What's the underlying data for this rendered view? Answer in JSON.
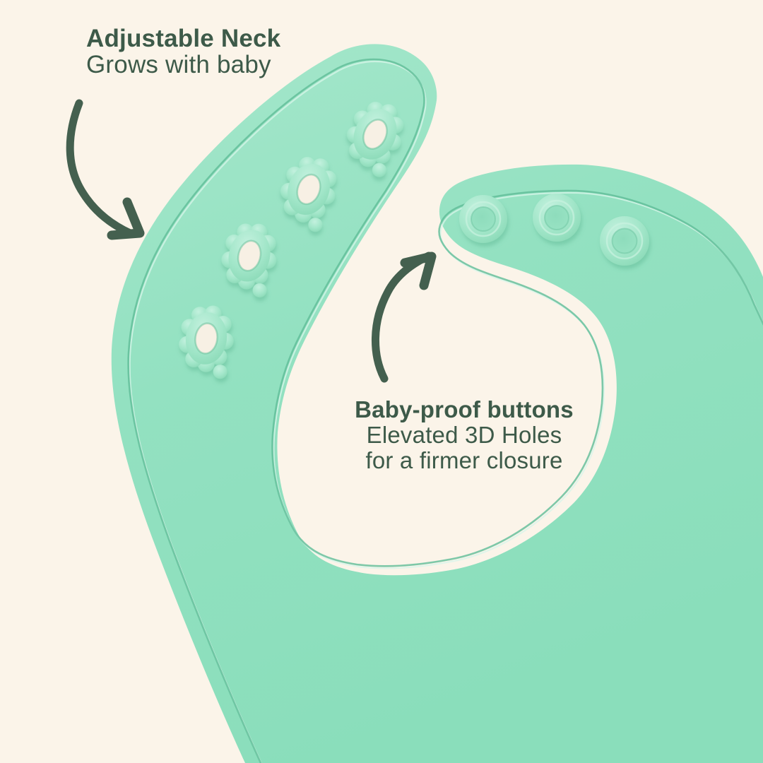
{
  "scene": {
    "description": "Mint green silicone baby bib product infographic on cream background",
    "background_color": "#fbf4e9",
    "bib_color": "#8fdfbd",
    "text_color": "#3d5a49",
    "arrow_color": "#44604f"
  },
  "callouts": [
    {
      "id": "adjustable-neck",
      "title": "Adjustable Neck",
      "subtitle": "Grows with baby",
      "arrow_direction": "curved-down-right"
    },
    {
      "id": "baby-proof-buttons",
      "title": "Baby-proof buttons",
      "line2": "Elevated 3D Holes",
      "line3": "for a firmer closure",
      "arrow_direction": "curved-up-right"
    }
  ],
  "features": {
    "strap_holes_count": 4,
    "closure_buttons_count": 3
  }
}
